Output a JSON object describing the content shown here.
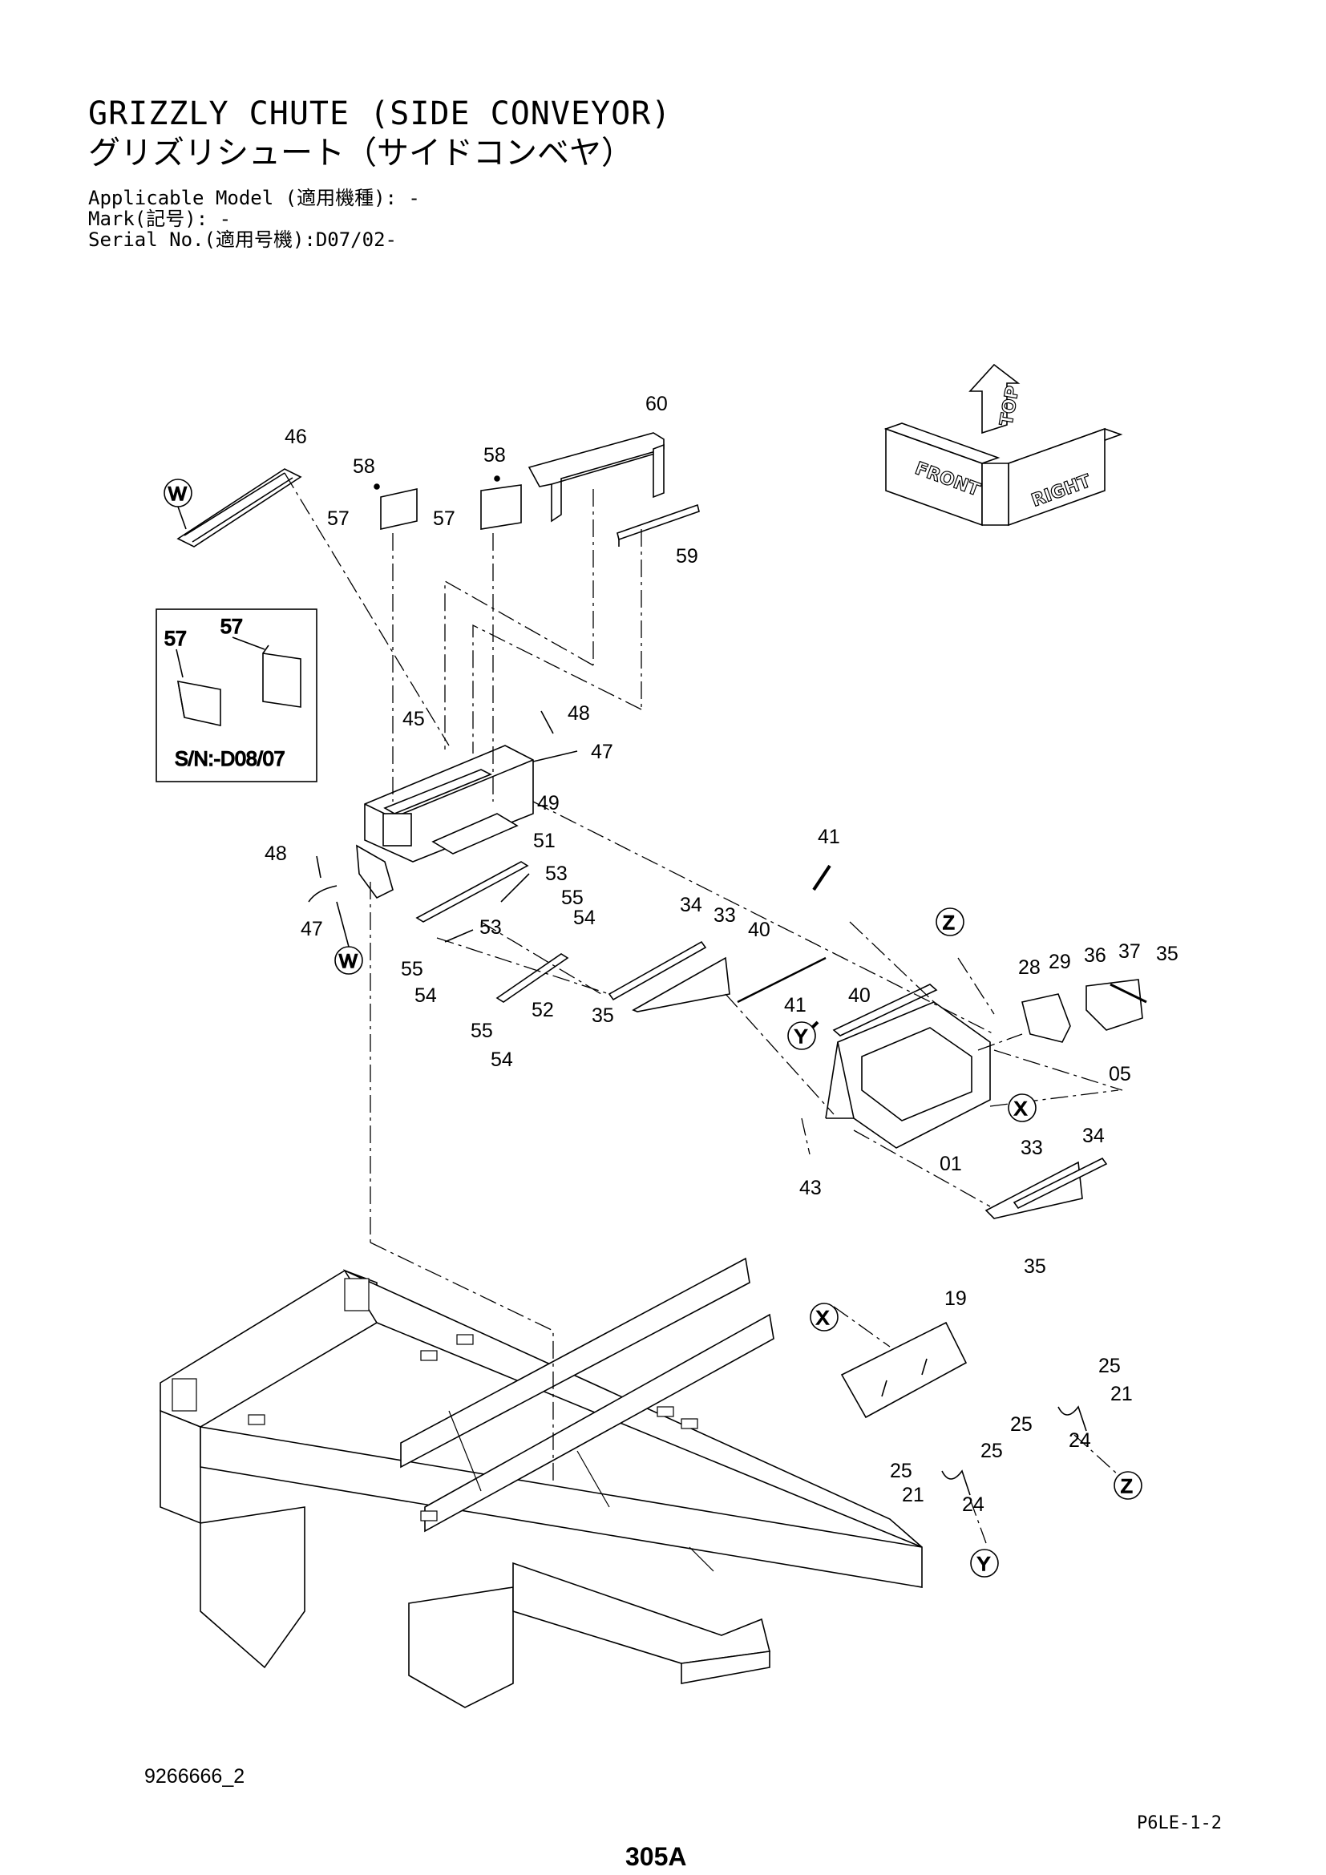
{
  "header": {
    "title_en": "GRIZZLY CHUTE (SIDE CONVEYOR)",
    "title_ja": "グリズリシュート（サイドコンベヤ）",
    "applicable_model": "Applicable Model (適用機種): -",
    "mark": "Mark(記号): -",
    "serial_no": "Serial No.(適用号機):D07/02-"
  },
  "compass": {
    "top": "TOP",
    "front": "FRONT",
    "right": "RIGHT"
  },
  "inset": {
    "serial_note": "S/N:-D08/07",
    "labels": [
      "57",
      "57"
    ]
  },
  "detail_refs": {
    "w": "W",
    "x": "X",
    "y": "Y",
    "z": "Z"
  },
  "callouts": {
    "c46": "46",
    "c58a": "58",
    "c57a": "57",
    "c58b": "58",
    "c57b": "57",
    "c60": "60",
    "c59": "59",
    "c45": "45",
    "c48a": "48",
    "c47a": "47",
    "c49": "49",
    "c48b": "48",
    "c47b": "47",
    "c51": "51",
    "c53a": "53",
    "c55a": "55",
    "c54a": "54",
    "c53b": "53",
    "c55b": "55",
    "c54b": "54",
    "c52": "52",
    "c55c": "55",
    "c54c": "54",
    "c41a": "41",
    "c34a": "34",
    "c33a": "33",
    "c40a": "40",
    "c35a": "35",
    "c40b": "40",
    "c41b": "41",
    "c28": "28",
    "c29": "29",
    "c36": "36",
    "c37": "37",
    "c35b": "35",
    "c05": "05",
    "c01": "01",
    "c43": "43",
    "c33b": "33",
    "c34b": "34",
    "c35c": "35",
    "c19": "19",
    "c25a": "25",
    "c21a": "21",
    "c25b": "25",
    "c24a": "24",
    "c25c": "25",
    "c25d": "25",
    "c21b": "21",
    "c24b": "24"
  },
  "footer": {
    "drawing_number": "9266666_2",
    "reference": "P6LE-1-2",
    "page": "305A"
  }
}
